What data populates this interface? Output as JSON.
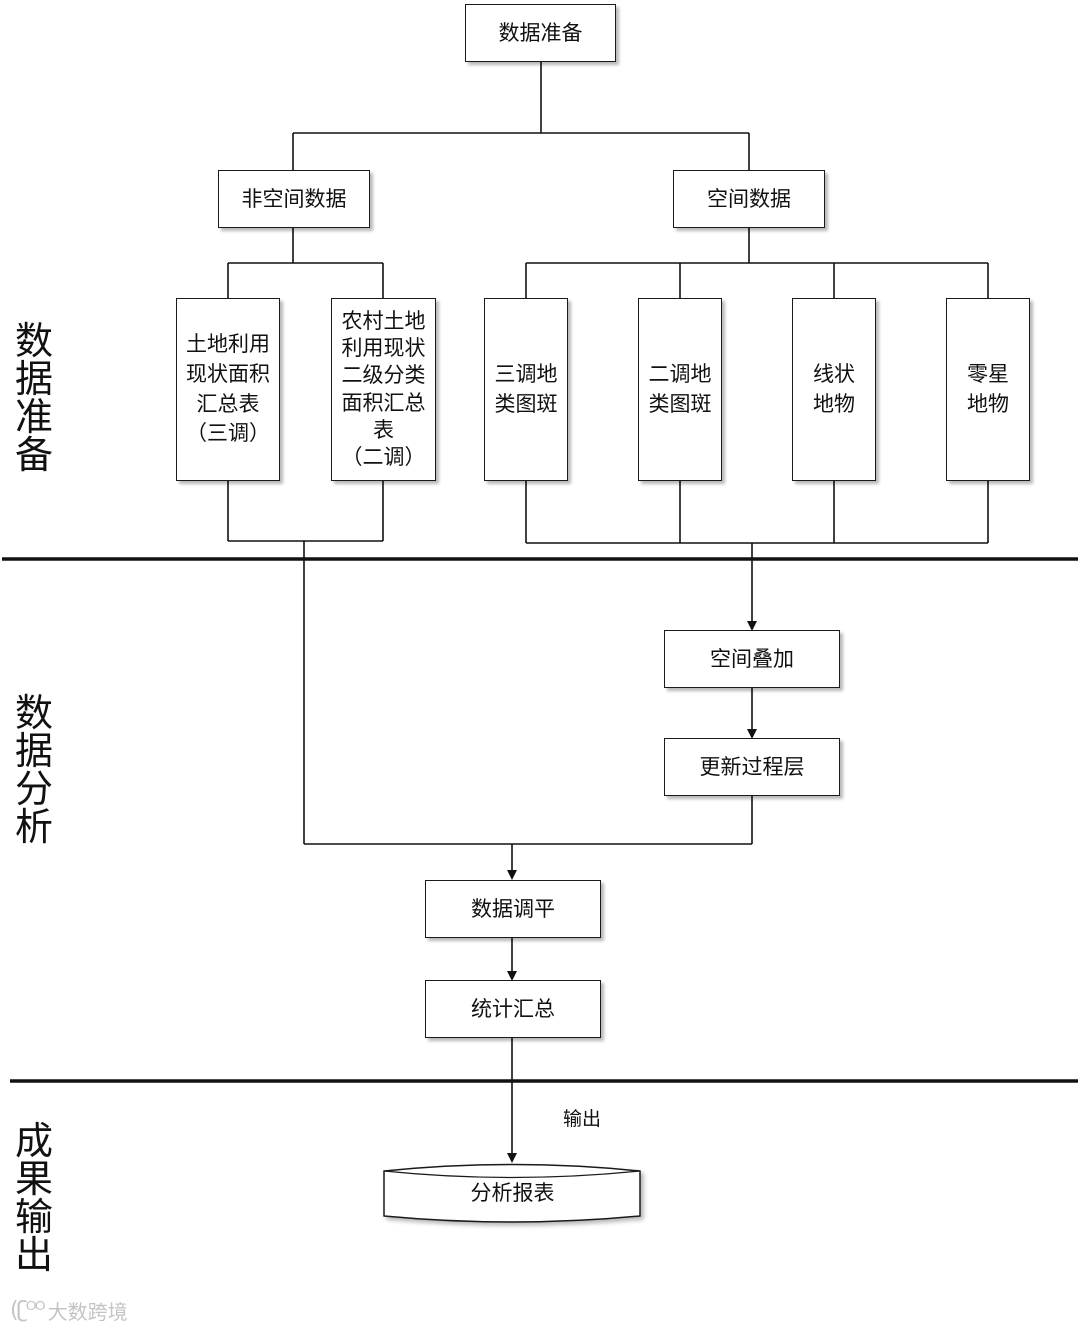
{
  "sections": {
    "prep": "数\n据\n准\n备",
    "analysis": "数\n据\n分\n析",
    "output": "成\n果\n输\n出"
  },
  "nodes": {
    "root": "数据准备",
    "non_spatial": "非空间数据",
    "spatial": "空间数据",
    "table_survey3": "土地利用\n现状面积\n汇总表\n（三调）",
    "table_survey2": "农村土地\n利用现状\n二级分类\n面积汇总\n表\n（二调）",
    "patch_survey3": "三调地\n类图斑",
    "patch_survey2": "二调地\n类图斑",
    "linear": "线状\n地物",
    "scattered": "零星\n地物",
    "overlay": "空间叠加",
    "update_layer": "更新过程层",
    "adjust": "数据调平",
    "summary": "统计汇总",
    "report": "分析报表"
  },
  "edge_labels": {
    "output": "输出"
  },
  "watermark": "大数跨境",
  "colors": {
    "line": "#111111",
    "box_border": "#1a1a1a",
    "watermark": "#c4c4c4"
  }
}
